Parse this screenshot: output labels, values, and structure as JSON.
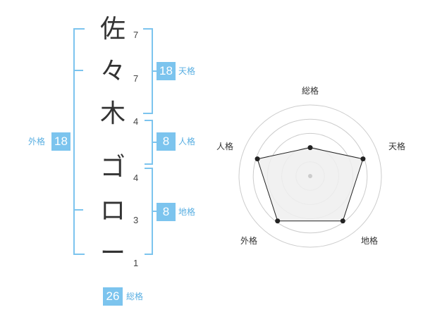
{
  "name": {
    "chars": [
      {
        "char": "佐",
        "strokes": "7"
      },
      {
        "char": "々",
        "strokes": "7"
      },
      {
        "char": "木",
        "strokes": "4"
      },
      {
        "char": "ゴ",
        "strokes": "4"
      },
      {
        "char": "ロ",
        "strokes": "3"
      },
      {
        "char": "ー",
        "strokes": "1"
      }
    ]
  },
  "fortunes": {
    "tenkaku": {
      "value": "18",
      "label": "天格"
    },
    "jinkaku": {
      "value": "8",
      "label": "人格"
    },
    "chikaku": {
      "value": "8",
      "label": "地格"
    },
    "gaikaku": {
      "value": "18",
      "label": "外格"
    },
    "soukaku": {
      "value": "26",
      "label": "総格"
    }
  },
  "radar": {
    "axes": [
      "総格",
      "天格",
      "地格",
      "外格",
      "人格"
    ],
    "levels": 5,
    "values": [
      0.4,
      0.78,
      0.78,
      0.78,
      0.78
    ],
    "colors": {
      "fill": "#eeeeee",
      "stroke": "#222222",
      "grid": "#cccccc",
      "center": "#cccccc"
    }
  },
  "colors": {
    "accent": "#7cc4ee",
    "accent_text": "#5aafe2"
  }
}
